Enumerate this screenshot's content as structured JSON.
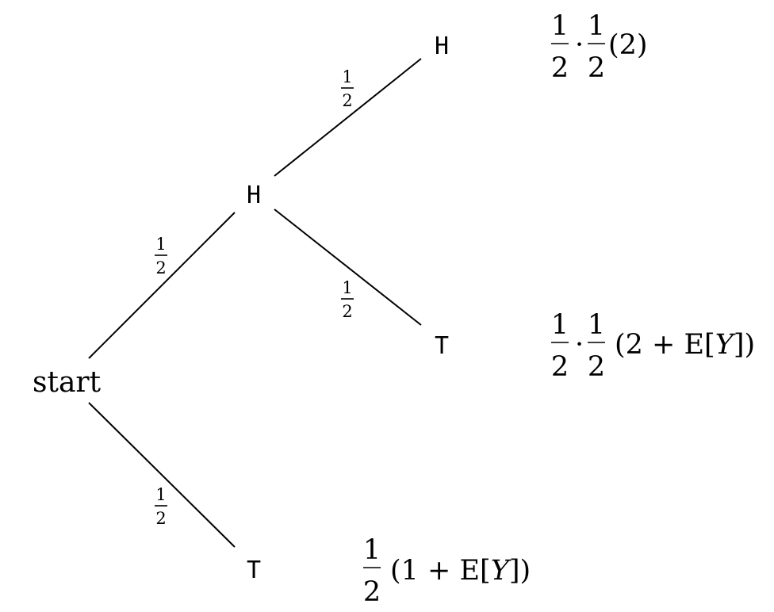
{
  "nodes": {
    "start": "start",
    "h1": "H",
    "t1": "T",
    "hh": "H",
    "ht": "T"
  },
  "fraction": {
    "num": "1",
    "den": "2"
  },
  "outcomes": {
    "hh": {
      "dot": "·",
      "rest": "(2)"
    },
    "ht": {
      "dot": "·",
      "open": "(2 + E[",
      "var": "Y",
      "close": "])"
    },
    "t": {
      "open": "(1 + E[",
      "var": "Y",
      "close": "])"
    }
  }
}
